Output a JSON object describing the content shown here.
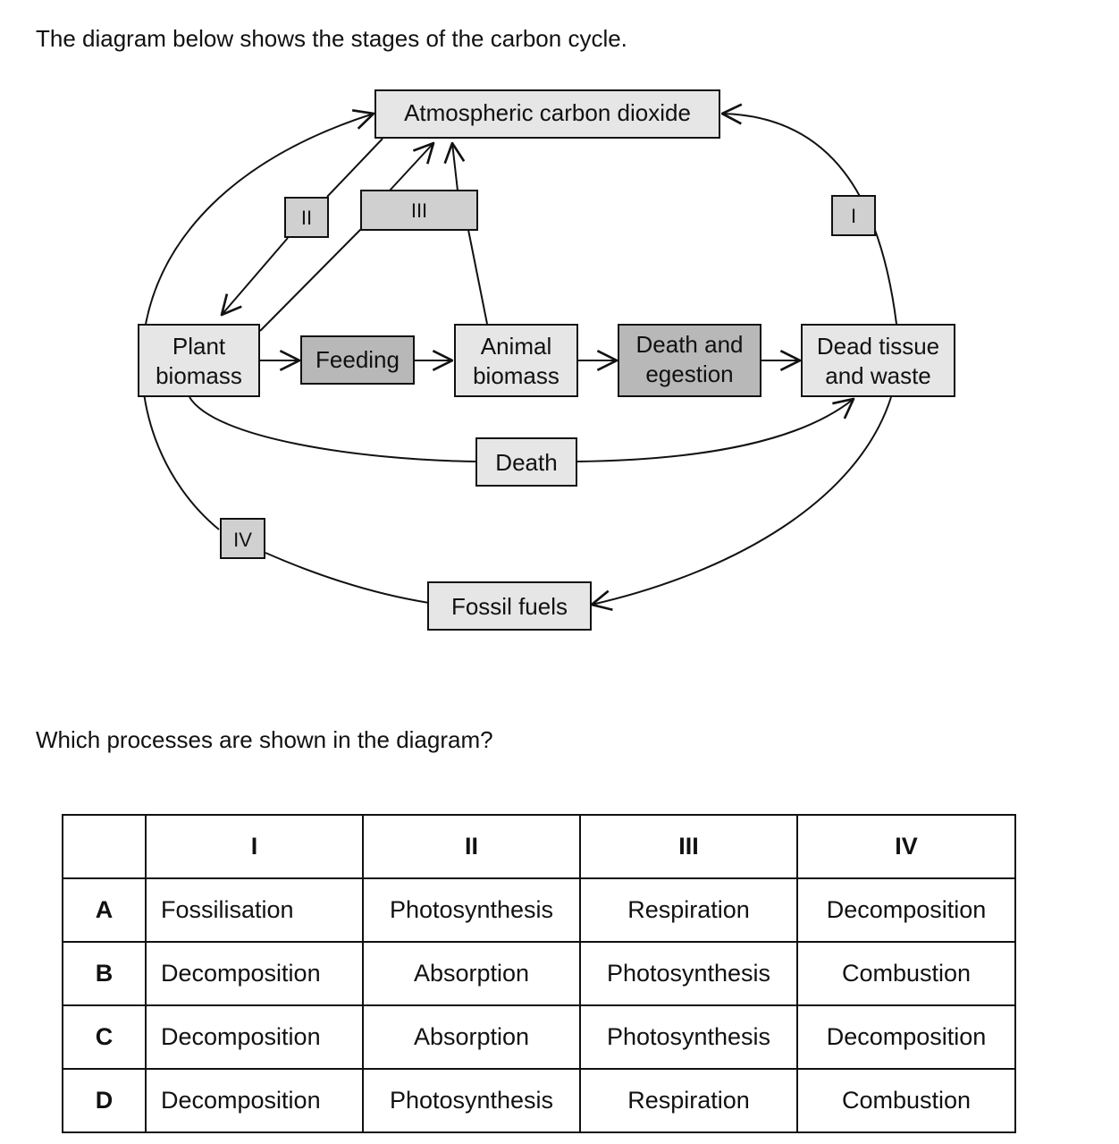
{
  "question": {
    "intro": "The diagram below shows the stages of the carbon cycle.",
    "prompt": "Which processes are shown in the diagram?"
  },
  "diagram": {
    "nodes": {
      "atmospheric_co2": "Atmospheric carbon dioxide",
      "plant_biomass": [
        "Plant",
        "biomass"
      ],
      "feeding": "Feeding",
      "animal_biomass": [
        "Animal",
        "biomass"
      ],
      "death_and_egestion": [
        "Death and",
        "egestion"
      ],
      "dead_tissue": [
        "Dead tissue",
        "and waste"
      ],
      "death": "Death",
      "fossil_fuels": "Fossil fuels"
    },
    "process_labels": {
      "I": "I",
      "II": "II",
      "III": "III",
      "IV": "IV"
    },
    "colors": {
      "light_box": "#e6e6e6",
      "dark_box": "#b8b8b8",
      "label_box": "#d0d0d0",
      "line": "#111111"
    }
  },
  "table": {
    "headers": [
      "",
      "I",
      "II",
      "III",
      "IV"
    ],
    "rows": [
      [
        "A",
        "Fossilisation",
        "Photosynthesis",
        "Respiration",
        "Decomposition"
      ],
      [
        "B",
        "Decomposition",
        "Absorption",
        "Photosynthesis",
        "Combustion"
      ],
      [
        "C",
        "Decomposition",
        "Absorption",
        "Photosynthesis",
        "Decomposition"
      ],
      [
        "D",
        "Decomposition",
        "Photosynthesis",
        "Respiration",
        "Combustion"
      ]
    ]
  }
}
